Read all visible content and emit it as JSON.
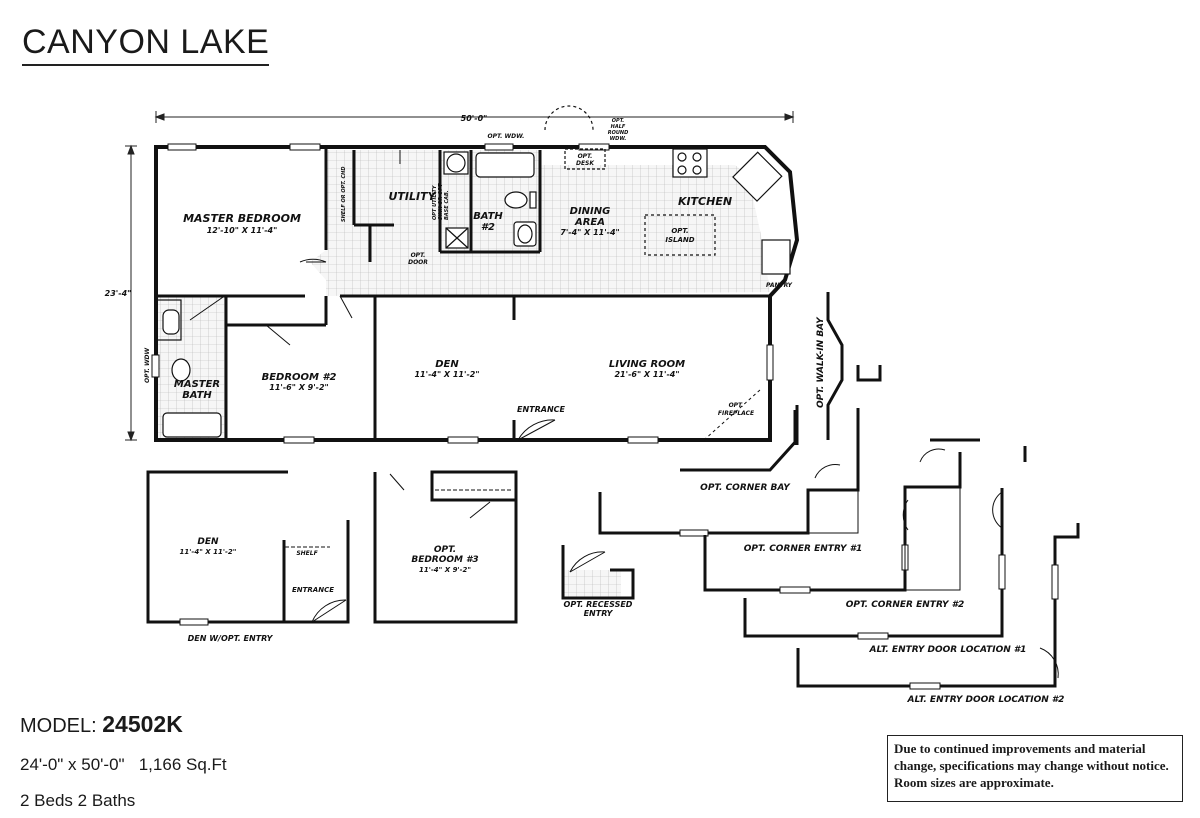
{
  "title": "CANYON LAKE",
  "plan": {
    "overall_width": "50'-0\"",
    "overall_depth": "23'-4\"",
    "rooms": {
      "master_bedroom": "MASTER BEDROOM",
      "master_bedroom_size": "12'-10\" X 11'-4\"",
      "utility": "UTILITY",
      "bath2": "BATH",
      "bath2_num": "#2",
      "dining": "DINING",
      "dining2": "AREA",
      "dining_size": "7'-4\" X 11'-4\"",
      "kitchen": "KITCHEN",
      "opt_island": "OPT.",
      "opt_island2": "ISLAND",
      "pantry": "PANTRY",
      "master_bath": "MASTER",
      "master_bath2": "BATH",
      "bedroom2": "BEDROOM #2",
      "bedroom2_size": "11'-6\" X 9'-2\"",
      "den": "DEN",
      "den_size": "11'-4\" X 11'-2\"",
      "living": "LIVING ROOM",
      "living_size": "21'-6\" X 11'-4\"",
      "entrance": "ENTRANCE"
    },
    "notes": {
      "opt_wdw": "OPT. WDW.",
      "opt_desk": "OPT.",
      "opt_desk2": "DESK",
      "half_round": "OPT.",
      "half_round2": "HALF",
      "half_round3": "ROUND",
      "half_round4": "WDW.",
      "shelf_opt": "SHELF OR OPT. CHD",
      "opt_utility": "OPT UTILITY",
      "opt_utility2": "SINK OR OPT",
      "opt_utility3": "BASE CAB.",
      "opt_door": "OPT.",
      "opt_door2": "DOOR",
      "opt_wdw_side": "OPT. WDW",
      "opt_fireplace": "OPT.",
      "opt_fireplace2": "FIREPLACE",
      "opt_walkin_bay": "OPT. WALK-IN BAY",
      "opt_corner_bay": "OPT. CORNER BAY"
    },
    "options": {
      "den_opt_title": "DEN",
      "den_opt_size": "11'-4\" X 11'-2\"",
      "den_opt_shelf": "SHELF",
      "den_opt_entrance": "ENTRANCE",
      "den_opt_caption": "DEN W/OPT. ENTRY",
      "bed3_opt": "OPT.",
      "bed3_title": "BEDROOM #3",
      "bed3_size": "11'-4\" X 9'-2\"",
      "recessed": "OPT. RECESSED",
      "recessed2": "ENTRY",
      "corner_entry1": "OPT. CORNER ENTRY #1",
      "corner_entry2": "OPT. CORNER ENTRY #2",
      "alt_entry1": "ALT. ENTRY DOOR LOCATION #1",
      "alt_entry2": "ALT. ENTRY DOOR LOCATION #2"
    }
  },
  "model": {
    "label": "MODEL:",
    "number": "24502K",
    "dimensions": "24'-0\" x 50'-0\"   1,166 Sq.Ft",
    "beds_baths": "2 Beds 2 Baths"
  },
  "disclaimer": "Due to continued improvements and material change, specifications may change without notice. Room sizes are approximate."
}
